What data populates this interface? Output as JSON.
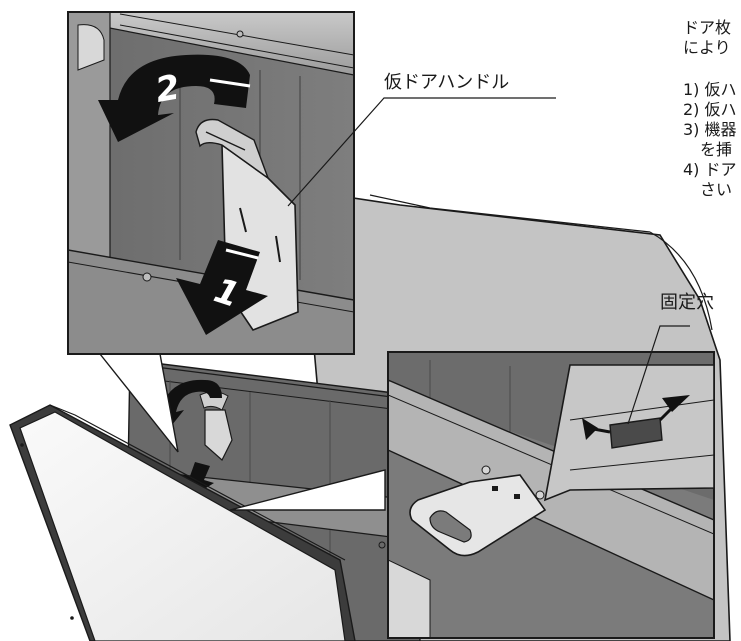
{
  "labels": {
    "temp_handle": "仮ドアハンドル",
    "fixing_hole": "固定穴"
  },
  "instructions": {
    "intro_line1": "ドア枚",
    "intro_line2": "により",
    "step1": "1) 仮ハ",
    "step2": "2) 仮ハ",
    "step3_line1": "3) 機器",
    "step3_line2": "を挿",
    "step4_line1": "4) ドア",
    "step4_line2": "さい"
  },
  "step_numbers": {
    "step1": "1",
    "step2": "2"
  },
  "colors": {
    "outline": "#1a1a1a",
    "panel_dark": "#5a5a5a",
    "panel_mid": "#8a8a8a",
    "panel_light": "#b9b9b9",
    "door_face": "#f4f4f4",
    "arrow": "#111111"
  }
}
